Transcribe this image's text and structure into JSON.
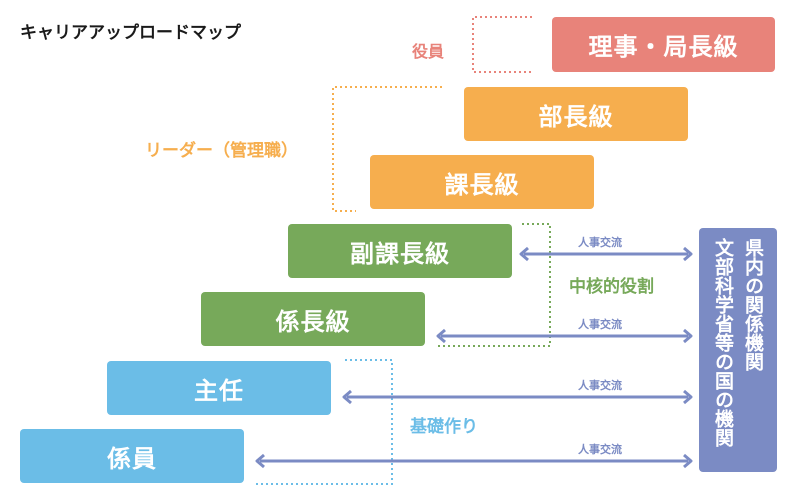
{
  "title": "キャリアアップロードマップ",
  "levels": [
    {
      "label": "理事・局長級",
      "color": "#E8837A",
      "group": "executive"
    },
    {
      "label": "部長級",
      "color": "#F6AE4E",
      "group": "leader"
    },
    {
      "label": "課長級",
      "color": "#F6AE4E",
      "group": "leader"
    },
    {
      "label": "副課長級",
      "color": "#77A95A",
      "group": "core"
    },
    {
      "label": "係長級",
      "color": "#77A95A",
      "group": "core"
    },
    {
      "label": "主任",
      "color": "#6BBDE7",
      "group": "foundation"
    },
    {
      "label": "係員",
      "color": "#6BBDE7",
      "group": "foundation"
    }
  ],
  "groups": {
    "executive": {
      "label": "役員",
      "color": "#E8837A"
    },
    "leader": {
      "label": "リーダー（管理職）",
      "color": "#F6AE4E"
    },
    "core": {
      "label": "中核的役割",
      "color": "#77A95A"
    },
    "foundation": {
      "label": "基礎作り",
      "color": "#6BBDE7"
    }
  },
  "exchange": {
    "label": "人事交流",
    "color": "#7B8BC4",
    "arrows": [
      {
        "from": "副課長級",
        "label": "人事交流"
      },
      {
        "from": "係長級",
        "label": "人事交流"
      },
      {
        "from": "主任",
        "label": "人事交流"
      },
      {
        "from": "係員",
        "label": "人事交流"
      }
    ]
  },
  "organizations": {
    "color": "#7B8BC4",
    "lines": [
      "県内の関係機関",
      "文部科学省等の国の機関"
    ]
  }
}
